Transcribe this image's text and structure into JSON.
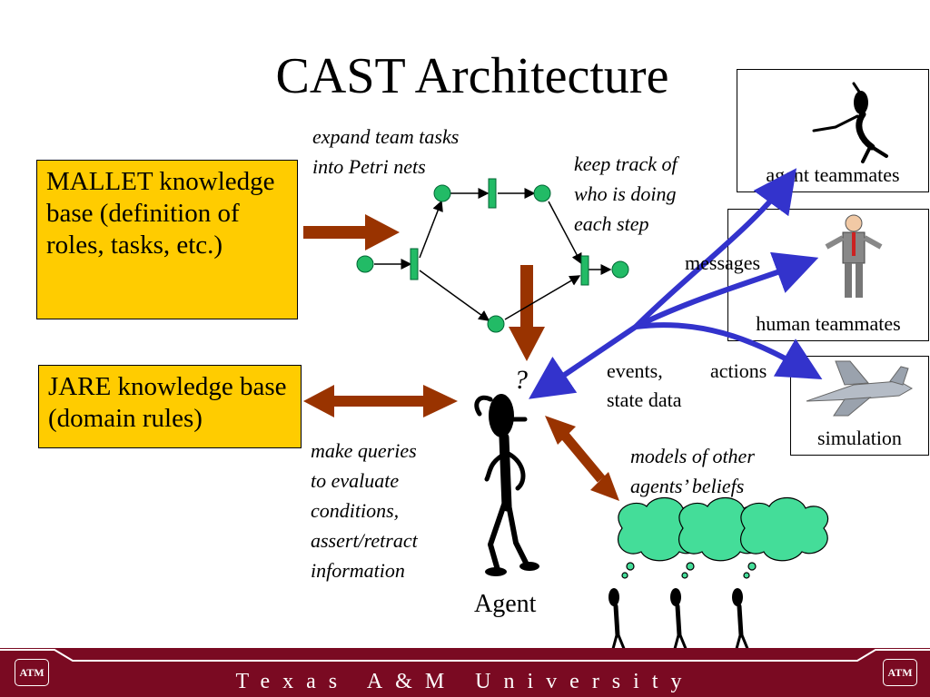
{
  "title": "CAST Architecture",
  "mallet_kb": "MALLET knowledge base (definition of roles, tasks, etc.)",
  "jare_kb": "JARE knowledge base (domain rules)",
  "notes": {
    "expand": [
      "expand team tasks",
      "into Petri nets"
    ],
    "keep_track": [
      "keep track of",
      "who is doing",
      "each step"
    ],
    "messages": "messages",
    "events": "events,",
    "actions": "actions",
    "state_data": "state data",
    "queries": [
      "make queries",
      "to evaluate",
      "conditions,",
      "assert/retract",
      "information"
    ],
    "models": [
      "models of other",
      "agents’ beliefs"
    ]
  },
  "agent_label": "Agent",
  "agent_question": "?",
  "side_boxes": {
    "agent_teammates": "agent teammates",
    "human_teammates": "human teammates",
    "simulation": "simulation"
  },
  "footer": {
    "university": "Texas A&M University",
    "logo_text": "ATM"
  },
  "colors": {
    "kb_fill": "#ffcc00",
    "flow_arrow": "#993300",
    "comm_arrow": "#3333cc",
    "petri_node": "#22bb66",
    "cloud": "#44dd99",
    "footer": "#7a0a22"
  }
}
